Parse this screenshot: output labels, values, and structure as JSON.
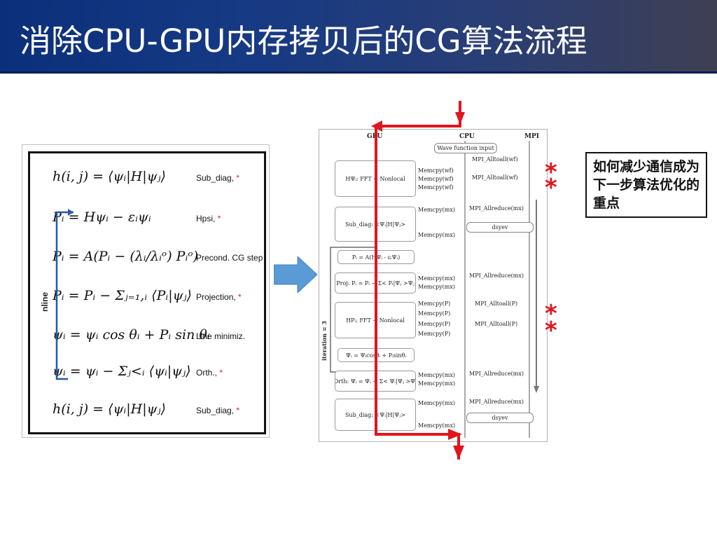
{
  "slide": {
    "title": "消除CPU-GPU内存拷贝后的CG算法流程"
  },
  "formulas": {
    "rows": [
      {
        "math": "h(i, j) = ⟨ψᵢ|H|ψⱼ⟩",
        "label": "Sub_diag,",
        "star": "*"
      },
      {
        "math": "Pᵢ = Hψᵢ − εᵢψᵢ",
        "label": "Hpsi,",
        "star": "*"
      },
      {
        "math": "Pᵢ = A(Pᵢ − (λᵢ/λᵢᵒ) Pᵢᵒ)",
        "label": "Precond. CG step",
        "star": ""
      },
      {
        "math": "Pᵢ = Pᵢ − Σⱼ₌₁,ᵢ ⟨Pᵢ|ψⱼ⟩",
        "label": "Projection,",
        "star": "*"
      },
      {
        "math": "ψᵢ = ψᵢ cos θᵢ + Pᵢ sin θᵢ",
        "label": "Line minimiz.",
        "star": ""
      },
      {
        "math": "ψᵢ = ψᵢ − Σⱼ<ᵢ ⟨ψᵢ|ψⱼ⟩",
        "label": "Orth.,",
        "star": "*"
      },
      {
        "math": "h(i, j) = ⟨ψᵢ|H|ψⱼ⟩",
        "label": "Sub_diag,",
        "star": "*"
      }
    ],
    "loop_label": "nline"
  },
  "diagram": {
    "headers": {
      "gpu": "GPU",
      "cpu": "CPU",
      "mpi": "MPI"
    },
    "iteration_label": "iteration = 3",
    "wave_input": "Wave function input",
    "gpu_boxes": [
      "HΨᵢ: FFT + Nonlocal",
      "Sub_diag: <Ψᵢ|H|Ψⱼ>",
      "Pᵢ = A(HΨᵢ - εᵢΨᵢ)",
      "Proj: Pᵢ = Pᵢ − Σ< Pᵢ|Ψⱼ >Ψⱼ",
      "HPᵢ: FFT + Nonlocal",
      "Ψᵢ = Ψᵢcosθᵢ + Pᵢsinθᵢ",
      "Orth: Ψᵢ = Ψᵢ − Σ< Ψᵢ|Ψⱼ >Ψⱼ",
      "Sub_diag: <Ψᵢ|H|Ψⱼ>"
    ],
    "memcpy": [
      "Memcpy(wf)",
      "Memcpy(wf)",
      "Memcpy(wf)",
      "Memcpy(mx)",
      "Memcpy(mx)",
      "Memcpy(mx)",
      "Memcpy(mx)",
      "Memcpy(P)",
      "Memcpy(P)",
      "Memcpy(P)",
      "Memcpy(P)",
      "Memcpy(mx)",
      "Memcpy(mx)",
      "Memcpy(mx)",
      "Memcpy(mx)"
    ],
    "mpi_ops": [
      "MPI_Alltoall(wf)",
      "MPI_Alltoall(wf)",
      "MPI_Allreduce(mx)",
      "MPI_Allreduce(mx)",
      "MPI_Alltoall(P)",
      "MPI_Alltoall(P)",
      "MPI_Allreduce(mx)",
      "MPI_Allreduce(mx)"
    ],
    "dsyev": [
      "dsyev",
      "dsyev"
    ],
    "highlight_color": "#e0161e",
    "stars": [
      "*",
      "*",
      "*",
      "*"
    ]
  },
  "note": {
    "text": "如何减少通信成为下一步算法优化的重点"
  },
  "icons": {
    "flow_arrow": "right-arrow-icon",
    "asterisk": "asterisk-icon"
  }
}
